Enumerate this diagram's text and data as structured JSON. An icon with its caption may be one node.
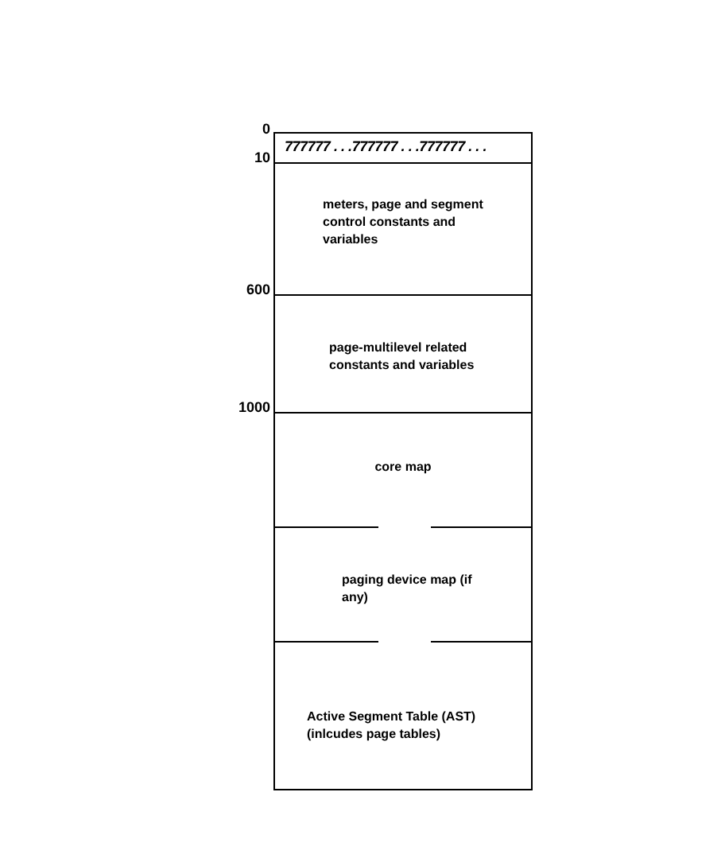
{
  "diagram": {
    "nodes": [
      {
        "text": [],
        "shape": "box"
      },
      {
        "text": [
          "777777 . . .777777 . . .777777 . . ."
        ],
        "in": 0
      },
      {
        "text": [
          "meters, page and segment control constants and variables"
        ],
        "in": 0
      },
      {
        "text": [
          "page-multilevel related constants and variables"
        ],
        "in": 0
      },
      {
        "text": [
          "core map"
        ],
        "in": 0
      },
      {
        "text": [
          "paging device map (if any)"
        ],
        "in": 0
      },
      {
        "text": [
          "Active Segment Table (AST) (inlcudes page tables)"
        ],
        "in": 0
      }
    ],
    "edges": [],
    "labels": [
      "0",
      "10",
      "600",
      "1000"
    ]
  }
}
